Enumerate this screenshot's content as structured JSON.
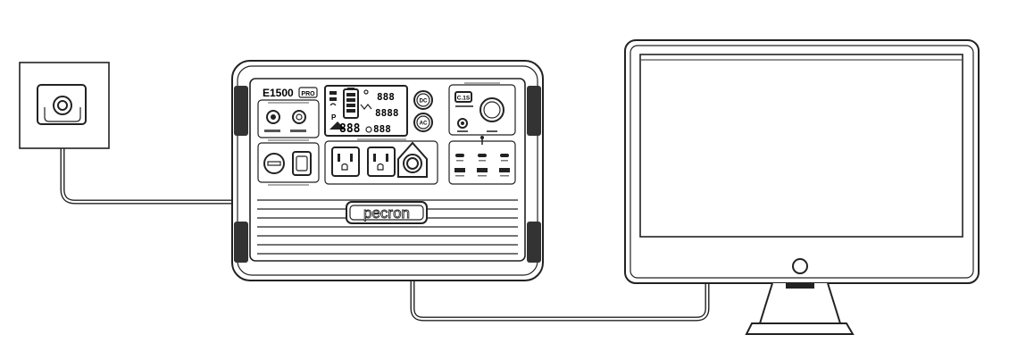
{
  "station": {
    "model": "E1500",
    "model_badge": "PRO",
    "brand": "pecron",
    "lcd": {
      "top_value": "888",
      "mid_value": "8888",
      "battery_percent": "888",
      "bottom_value": "888"
    },
    "buttons": {
      "dc": "DC",
      "ac": "AC"
    },
    "usb_c_badge": "C.1S"
  }
}
